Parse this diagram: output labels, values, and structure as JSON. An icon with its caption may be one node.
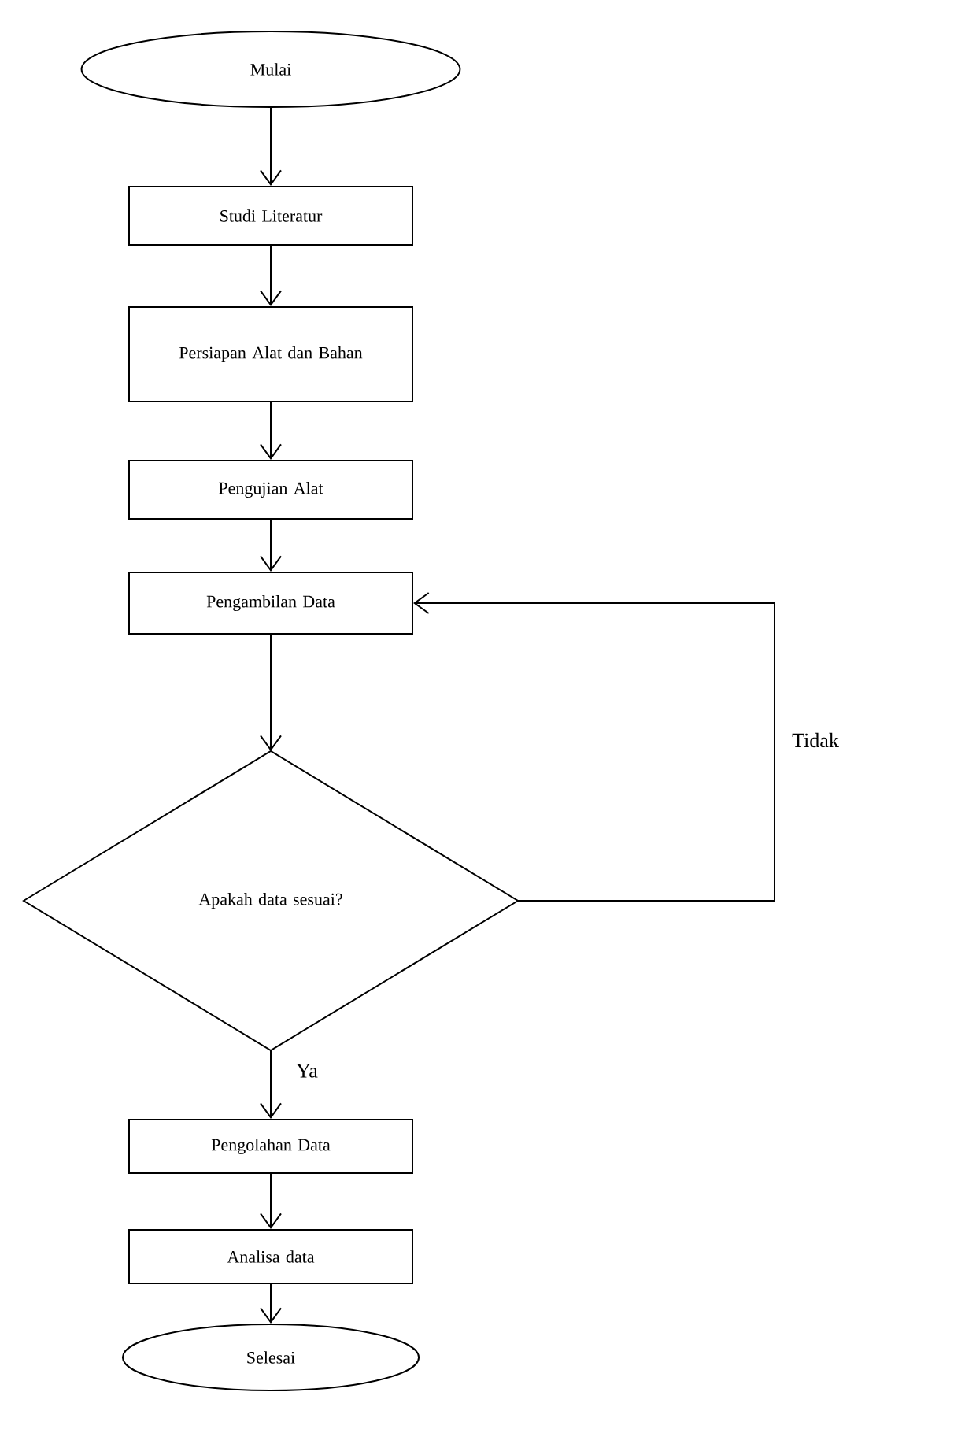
{
  "diagram": {
    "nodes": [
      {
        "text": [
          "Mulai"
        ]
      },
      {
        "text": [
          "Studi Literatur"
        ]
      },
      {
        "text": [
          "Persiapan Alat dan Bahan"
        ]
      },
      {
        "text": [
          "Pengujian Alat"
        ]
      },
      {
        "text": [
          "Pengambilan Data"
        ]
      },
      {
        "text": [
          "Apakah data sesuai?"
        ]
      },
      {
        "text": [
          "Pengolahan Data"
        ]
      },
      {
        "text": [
          "Analisa data"
        ]
      },
      {
        "text": [
          "Selesai"
        ]
      }
    ],
    "edges": [
      {
        "from": 0,
        "to": 1,
        "arrow": "to"
      },
      {
        "from": 1,
        "to": 2,
        "arrow": "to"
      },
      {
        "from": 2,
        "to": 3,
        "arrow": "to"
      },
      {
        "from": 3,
        "to": 4,
        "arrow": "to"
      },
      {
        "from": 4,
        "to": 5,
        "arrow": "to"
      },
      {
        "from": 5,
        "to": 6,
        "arrow": "to",
        "label": "Ya"
      },
      {
        "from": 5,
        "to": 4,
        "arrow": "to",
        "label": "Tidak"
      },
      {
        "from": 6,
        "to": 7,
        "arrow": "to"
      },
      {
        "from": 7,
        "to": 8,
        "arrow": "to"
      }
    ]
  }
}
